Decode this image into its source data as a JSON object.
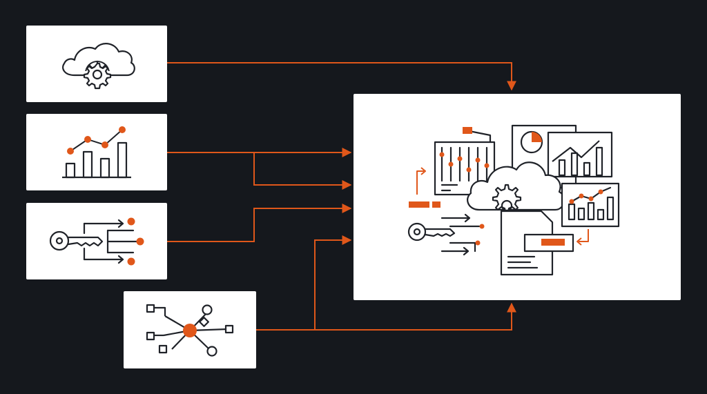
{
  "diagram": {
    "type": "flow-diagram",
    "colors": {
      "background": "#15181d",
      "card": "#ffffff",
      "line_art": "#1f2228",
      "accent": "#e0571a"
    },
    "nodes": [
      {
        "id": "cloud-settings",
        "icon": "cloud-gear-icon"
      },
      {
        "id": "analytics",
        "icon": "bar-line-chart-icon"
      },
      {
        "id": "access-key",
        "icon": "key-distribution-icon"
      },
      {
        "id": "network",
        "icon": "network-hub-icon"
      },
      {
        "id": "hub",
        "icon": "cloud-data-integration-icon"
      }
    ],
    "edges": [
      {
        "from": "cloud-settings",
        "to": "hub"
      },
      {
        "from": "analytics",
        "to": "hub"
      },
      {
        "from": "access-key",
        "to": "hub"
      },
      {
        "from": "network",
        "to": "hub"
      }
    ]
  }
}
